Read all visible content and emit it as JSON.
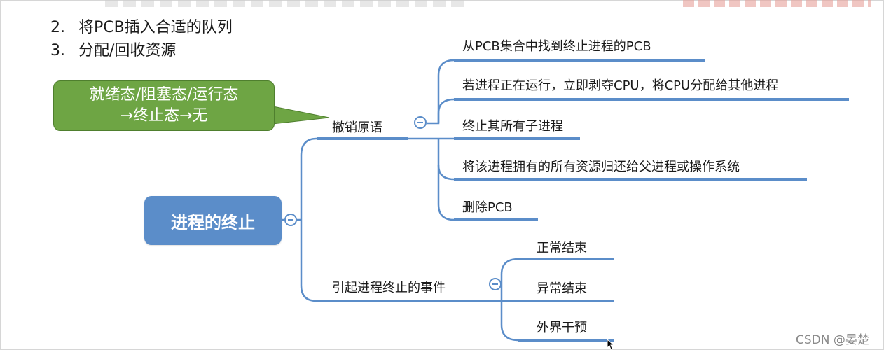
{
  "list": [
    {
      "num": "2.",
      "text": "将PCB插入合适的队列"
    },
    {
      "num": "3.",
      "text": "分配/回收资源"
    }
  ],
  "callout": {
    "line1": "就绪态/阻塞态/运行态",
    "line2": "→终止态→无"
  },
  "root": {
    "label": "进程的终止"
  },
  "branches": [
    {
      "label": "撤销原语",
      "children": [
        "从PCB集合中找到终止进程的PCB",
        "若进程正在运行，立即剥夺CPU，将CPU分配给其他进程",
        "终止其所有子进程",
        "将该进程拥有的所有资源归还给父进程或操作系统",
        "删除PCB"
      ]
    },
    {
      "label": "引起进程终止的事件",
      "children": [
        "正常结束",
        "异常结束",
        "外界干预"
      ]
    }
  ],
  "watermark": "CSDN @晏楚",
  "colors": {
    "root": "#5b8dc9",
    "callout": "#6ea544",
    "line": "#5b8dc9"
  }
}
